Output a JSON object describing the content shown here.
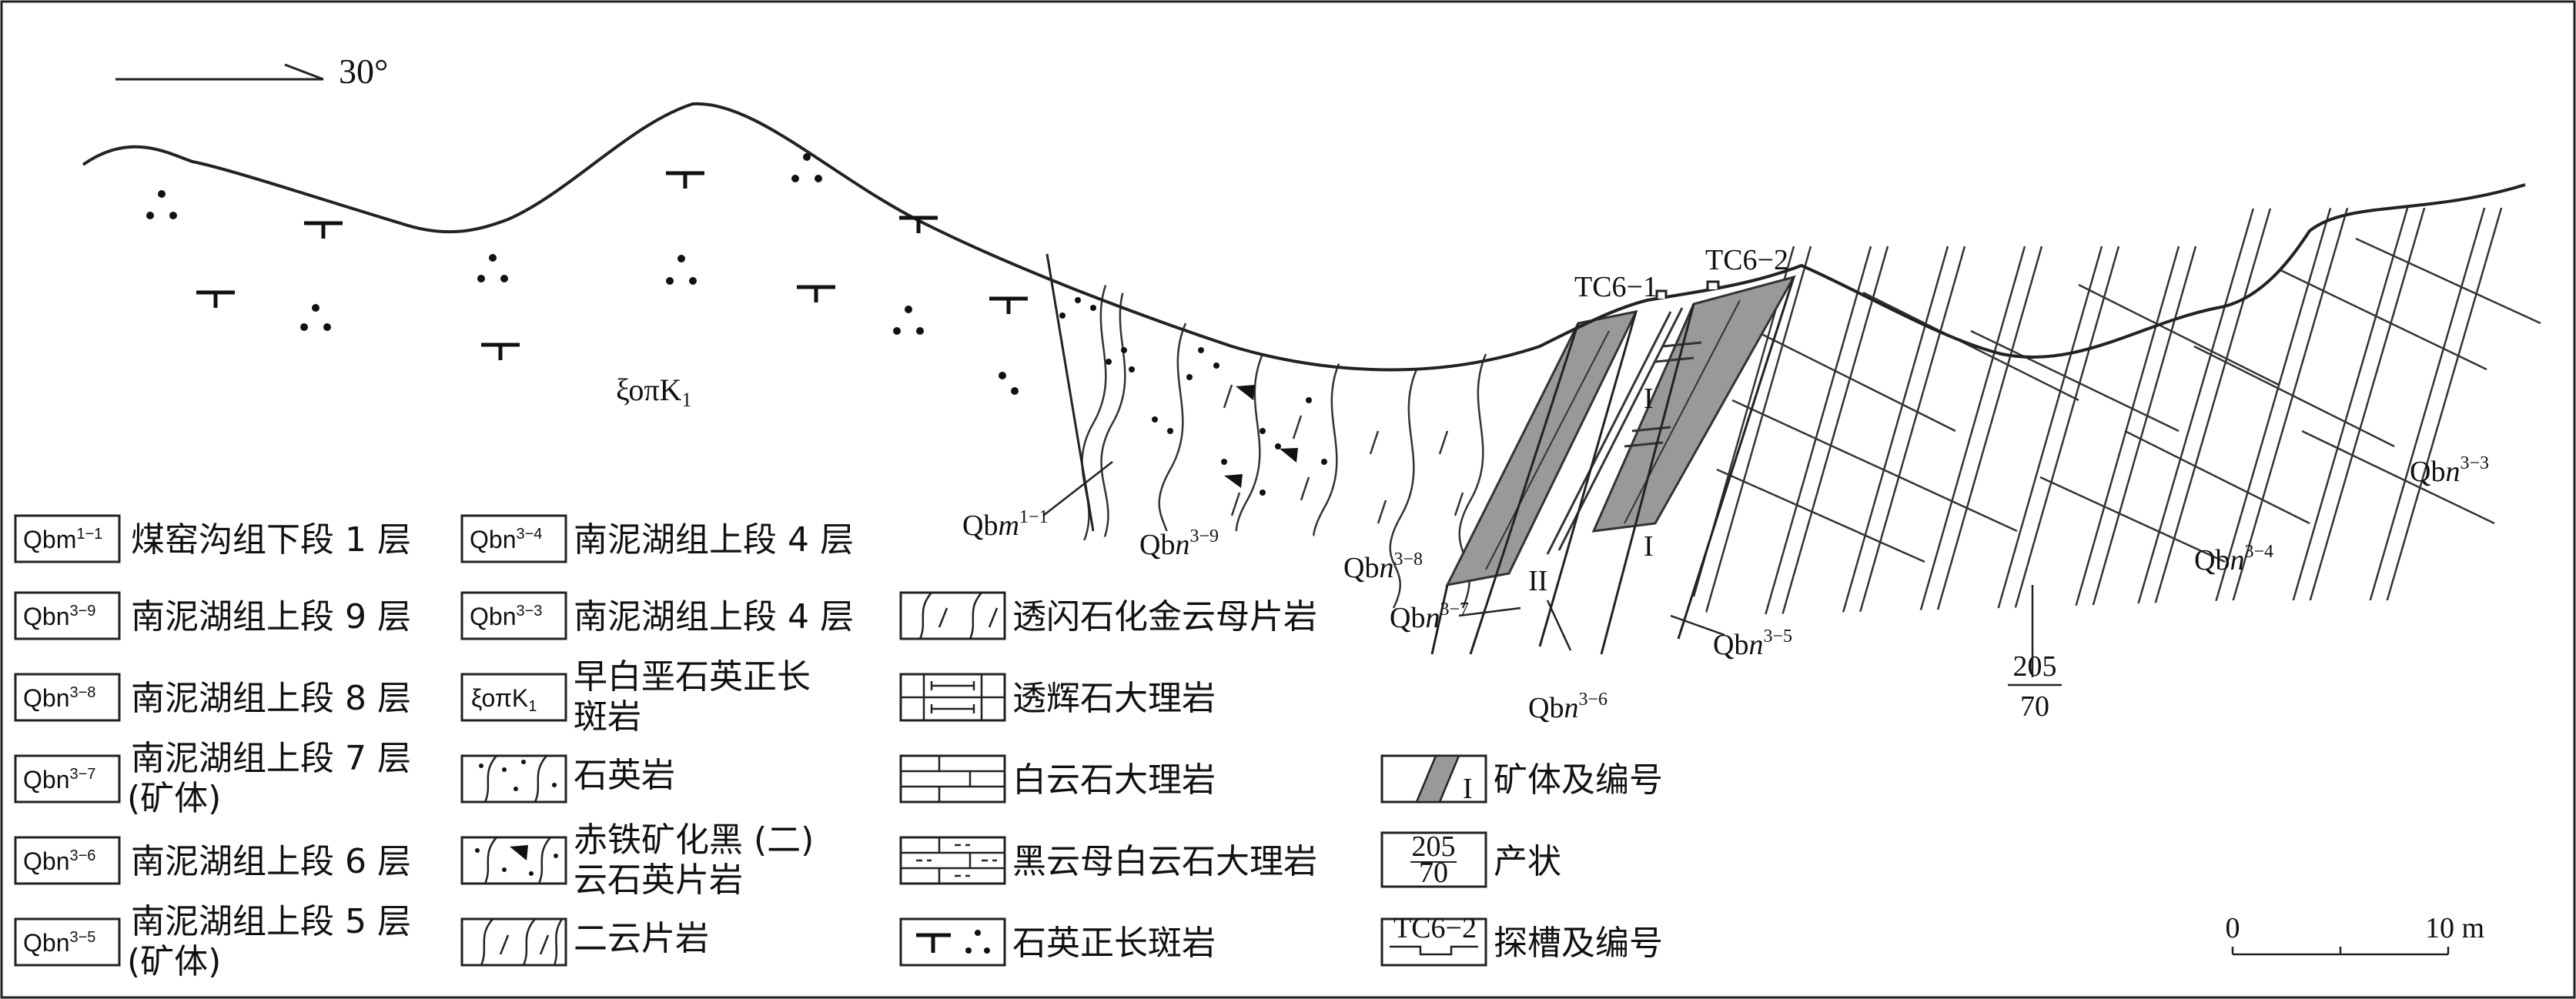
{
  "north_arrow": {
    "azimuth_label": "30°"
  },
  "intrusion_label": {
    "prefix": "ξοπ",
    "main": "K",
    "sub": "1"
  },
  "trench_labels": [
    "TC6−1",
    "TC6−2"
  ],
  "orebody_labels": {
    "inside": "I",
    "lower_one": "I",
    "lower_two": "II"
  },
  "formation_labels": {
    "m1_1": {
      "prefix": "Qb",
      "italic": "m",
      "sup": "1−1"
    },
    "n3_9": {
      "prefix": "Qb",
      "italic": "n",
      "sup": "3−9"
    },
    "n3_8": {
      "prefix": "Qb",
      "italic": "n",
      "sup": "3−8"
    },
    "n3_7": {
      "prefix": "Qb",
      "italic": "n",
      "sup": "3−7"
    },
    "n3_6": {
      "prefix": "Qb",
      "italic": "n",
      "sup": "3−6"
    },
    "n3_5": {
      "prefix": "Qb",
      "italic": "n",
      "sup": "3−5"
    },
    "n3_4": {
      "prefix": "Qb",
      "italic": "n",
      "sup": "3−4"
    },
    "n3_3": {
      "prefix": "Qb",
      "italic": "n",
      "sup": "3−3"
    }
  },
  "attitude": {
    "dip_direction": "205",
    "dip_angle": "70"
  },
  "scale_bar": {
    "zero": "0",
    "length": "10 m"
  },
  "legend": {
    "col1": [
      {
        "code": "Qbm",
        "sup": "1−1",
        "lines": [
          "煤窑沟组下段 1 层"
        ]
      },
      {
        "code": "Qbn",
        "sup": "3−9",
        "lines": [
          "南泥湖组上段 9 层"
        ]
      },
      {
        "code": "Qbn",
        "sup": "3−8",
        "lines": [
          "南泥湖组上段 8 层"
        ]
      },
      {
        "code": "Qbn",
        "sup": "3−7",
        "lines": [
          "南泥湖组上段 7 层",
          "(矿体)"
        ]
      },
      {
        "code": "Qbn",
        "sup": "3−6",
        "lines": [
          "南泥湖组上段 6 层"
        ]
      },
      {
        "code": "Qbn",
        "sup": "3−5",
        "lines": [
          "南泥湖组上段 5 层",
          "(矿体)"
        ]
      }
    ],
    "col2": [
      {
        "code": "Qbn",
        "sup": "3−4",
        "lines": [
          "南泥湖组上段 4 层"
        ]
      },
      {
        "code": "Qbn",
        "sup": "3−3",
        "lines": [
          "南泥湖组上段 4 层"
        ]
      },
      {
        "code": "ξοπK",
        "sub": "1",
        "lines": [
          "早白垩石英正长",
          "斑岩"
        ]
      },
      {
        "pattern": "quartzite",
        "lines": [
          "石英岩"
        ]
      },
      {
        "pattern": "hematite-schist",
        "lines": [
          "赤铁矿化黑 (二)",
          "云石英片岩"
        ]
      },
      {
        "pattern": "two-mica-schist",
        "lines": [
          "二云片岩"
        ]
      }
    ],
    "col3": [
      {
        "pattern": "tremolite-schist",
        "lines": [
          "透闪石化金云母片岩"
        ]
      },
      {
        "pattern": "diopside-marble",
        "lines": [
          "透辉石大理岩"
        ]
      },
      {
        "pattern": "dolomite-marble",
        "lines": [
          "白云石大理岩"
        ]
      },
      {
        "pattern": "biotite-dolomite-marble",
        "lines": [
          "黑云母白云石大理岩"
        ]
      },
      {
        "pattern": "porphyry",
        "lines": [
          "石英正长斑岩"
        ]
      }
    ],
    "col4": [
      {
        "pattern": "orebody",
        "symbol": "I",
        "lines": [
          "矿体及编号"
        ]
      },
      {
        "pattern": "attitude",
        "num": "205",
        "den": "70",
        "lines": [
          "产状"
        ]
      },
      {
        "pattern": "trench",
        "symbol": "TC6−2",
        "lines": [
          "探槽及编号"
        ]
      }
    ]
  }
}
